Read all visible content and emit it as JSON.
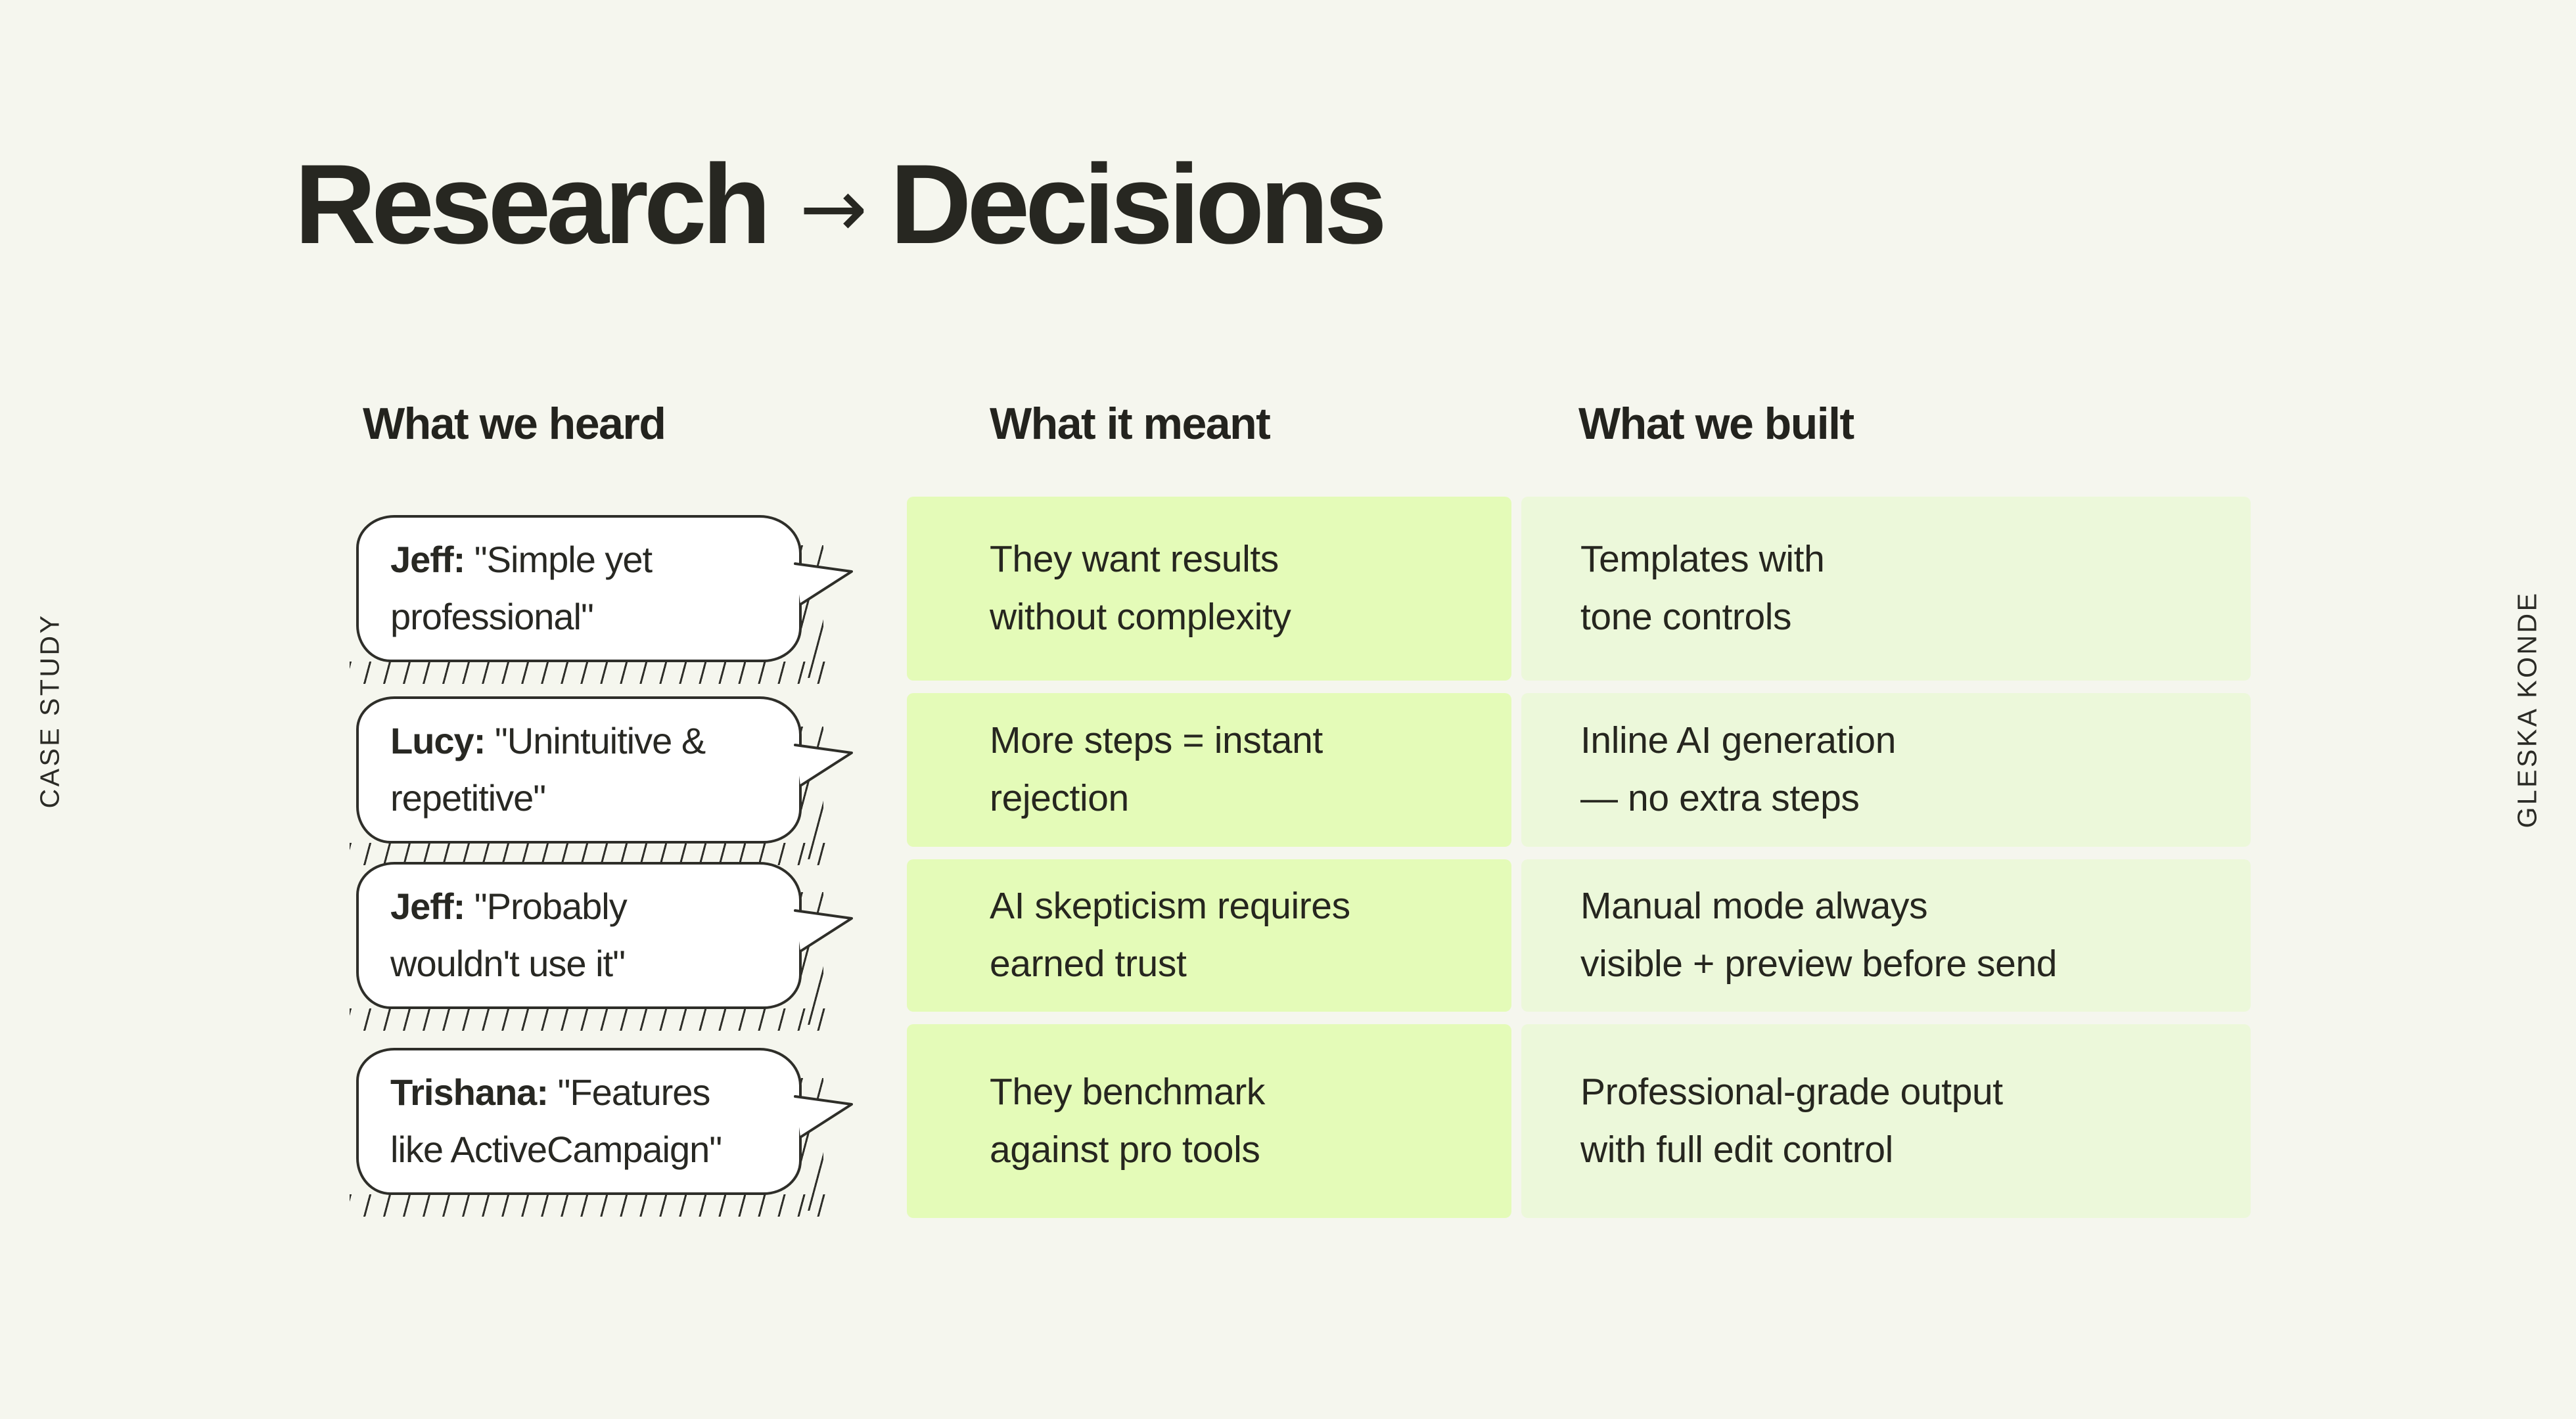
{
  "slide": {
    "background_color": "#f5f6ee",
    "ink_color": "#272721",
    "meant_card_color": "#e4fbb8",
    "built_card_color": "#ecf8da",
    "bubble_fill_color": "#ffffff",
    "bubble_border_color": "#2e2e29"
  },
  "title": {
    "left": "Research",
    "arrow": "→",
    "right": "Decisions"
  },
  "side_labels": {
    "left": "CASE STUDY",
    "right": "GLESKA KONDE"
  },
  "columns": [
    {
      "header": "What we heard"
    },
    {
      "header": "What it meant"
    },
    {
      "header": "What we built"
    }
  ],
  "rows": [
    {
      "speaker": "Jeff:",
      "quote": "\"Simple yet\nprofessional\"",
      "meant": "They want results\nwithout complexity",
      "built": "Templates with\ntone controls"
    },
    {
      "speaker": "Lucy:",
      "quote": "\"Unintuitive &\nrepetitive\"",
      "meant": "More steps = instant\nrejection",
      "built": "Inline AI generation\n— no extra steps"
    },
    {
      "speaker": "Jeff:",
      "quote": "\"Probably\nwouldn't use it\"",
      "meant": "AI skepticism requires\nearned trust",
      "built": "Manual mode always\nvisible + preview before send"
    },
    {
      "speaker": "Trishana:",
      "quote": "\"Features\nlike ActiveCampaign\"",
      "meant": "They benchmark\nagainst pro tools",
      "built": "Professional-grade output\nwith full edit control"
    }
  ]
}
